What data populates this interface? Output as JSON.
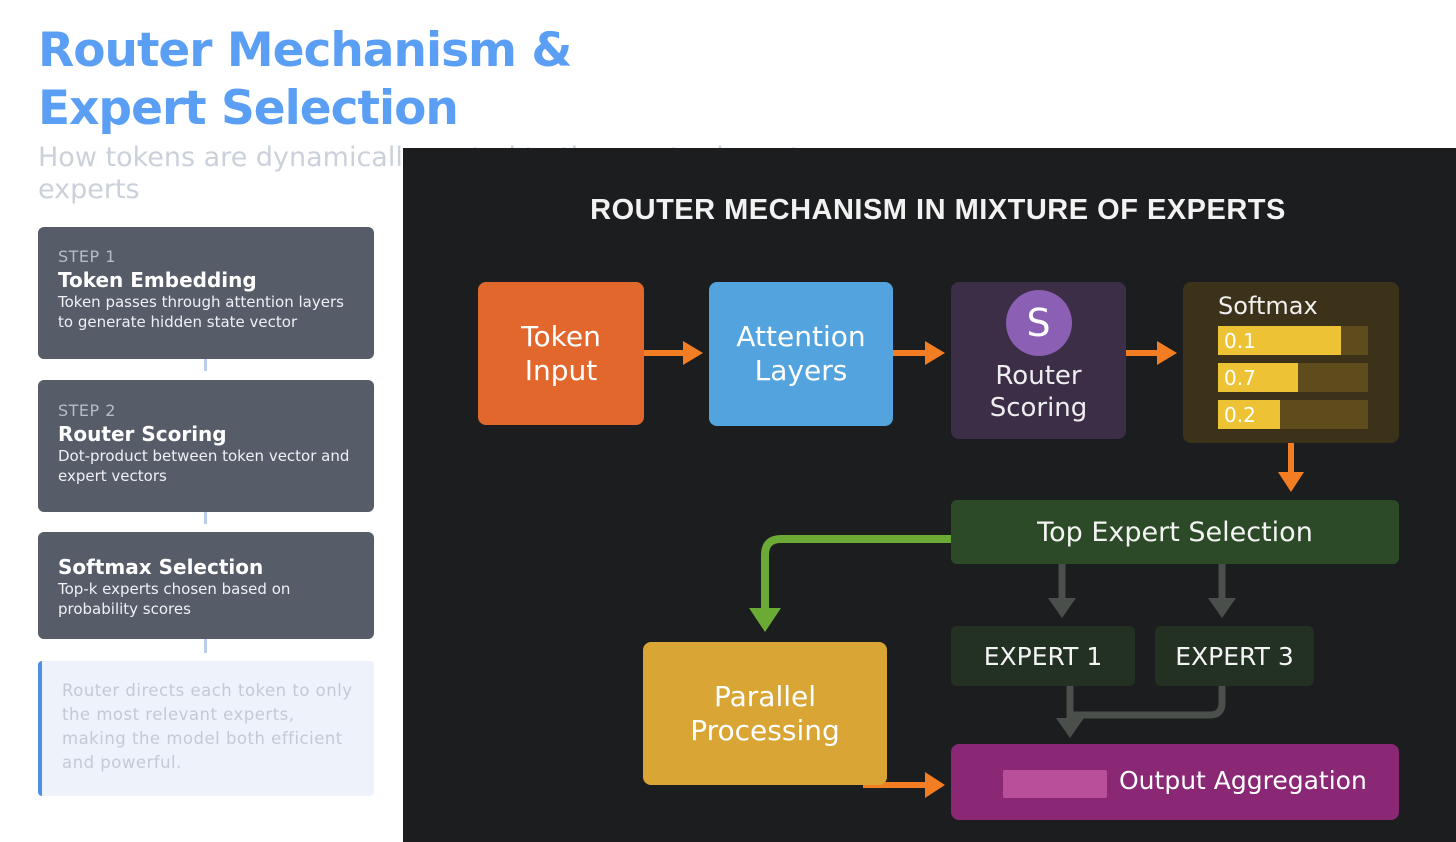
{
  "header": {
    "title": "Router Mechanism & Expert Selection",
    "subtitle": "How tokens are dynamically routed to the most relevant experts"
  },
  "steps": [
    {
      "number": "STEP 1",
      "title": "Token Embedding",
      "description": "Token passes through attention layers to generate hidden state vector"
    },
    {
      "number": "STEP 2",
      "title": "Router Scoring",
      "description": "Dot-product between token vector and expert vectors"
    },
    {
      "number": "",
      "title": "Softmax Selection",
      "description": "Top-k experts chosen based on probability scores"
    }
  ],
  "callout": {
    "text": "Router directs each token to only the most relevant experts, making the model both efficient and powerful."
  },
  "figure": {
    "title": "ROUTER MECHANISM IN MIXTURE OF EXPERTS",
    "token_input": "Token Input",
    "attention_layers": "Attention Layers",
    "router": {
      "icon_letter": "S",
      "label": "Router Scoring"
    },
    "softmax": {
      "label": "Softmax",
      "values": [
        {
          "label": "0.1",
          "fill": 0.82
        },
        {
          "label": "0.7",
          "fill": 0.53
        },
        {
          "label": "0.2",
          "fill": 0.41
        }
      ]
    },
    "top_expert_selection": "Top Expert Selection",
    "experts": [
      "EXPERT 1",
      "EXPERT 3"
    ],
    "parallel_processing": "Parallel Processing",
    "output_aggregation": "Output Aggregation",
    "colors": {
      "token_input": "#e2672c",
      "attention_layers": "#52a3de",
      "router": "#3d2e48",
      "softmax_bar": "#edc235",
      "top_selection": "#2c4a27",
      "expert": "#233123",
      "parallel": "#d9a535",
      "output": "#8a2875",
      "flow_arrow": "#f37d22",
      "routing_arrow": "#6aaa35",
      "expert_arrow": "#4b4f4c"
    }
  }
}
